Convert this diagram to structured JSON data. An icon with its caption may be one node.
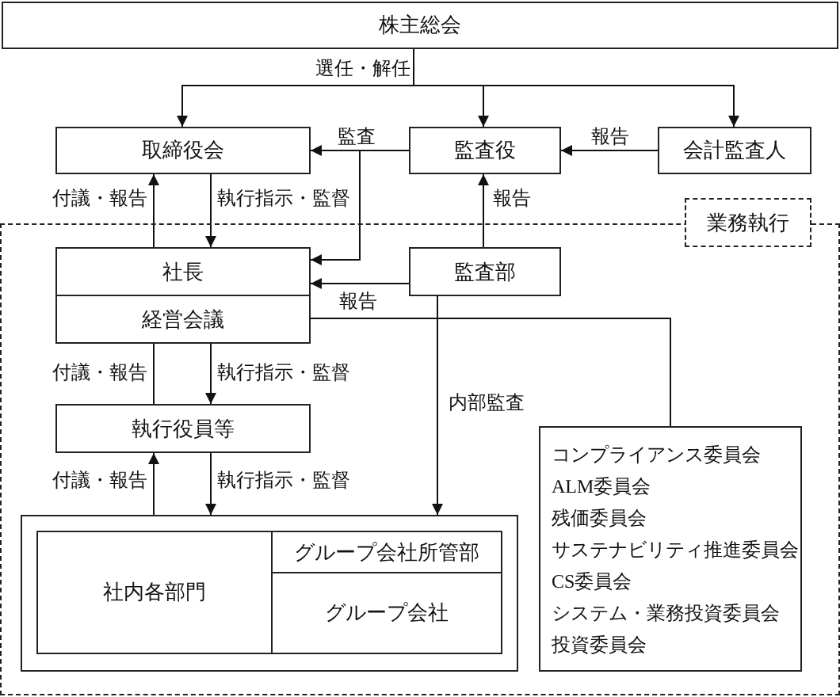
{
  "diagram": {
    "nodes": [
      {
        "text": [
          "株主総会"
        ]
      },
      {
        "text": [
          "取締役会"
        ]
      },
      {
        "text": [
          "監査役"
        ]
      },
      {
        "text": [
          "会計監査人"
        ]
      },
      {
        "text": [
          "業務執行"
        ]
      },
      {
        "text": [
          "社長"
        ],
        "in": 4
      },
      {
        "text": [
          "経営会議"
        ],
        "in": 4
      },
      {
        "text": [
          "監査部"
        ],
        "in": 4
      },
      {
        "text": [
          "執行役員等"
        ],
        "in": 4
      },
      {
        "text": [],
        "shape": "box",
        "in": 4
      },
      {
        "text": [
          "社内各部門"
        ],
        "in": 9
      },
      {
        "text": [
          "グループ会社所管部"
        ],
        "in": 9
      },
      {
        "text": [
          "グループ会社"
        ],
        "in": 9
      },
      {
        "text": [
          "コンプライアンス委員会",
          "ALM委員会",
          "残価委員会",
          "サステナビリティ推進委員会",
          "CS委員会",
          "システム・業務投資委員会",
          "投資委員会"
        ],
        "in": 4
      }
    ],
    "edges": [
      {
        "from": 0,
        "to": 1,
        "arrow": "to",
        "label": "選任・解任"
      },
      {
        "from": 0,
        "to": 2,
        "arrow": "to"
      },
      {
        "from": 0,
        "to": 3,
        "arrow": "to"
      },
      {
        "from": 2,
        "to": 1,
        "arrow": "to",
        "label": "監査"
      },
      {
        "from": 3,
        "to": 2,
        "arrow": "to",
        "label": "報告"
      },
      {
        "from": 5,
        "to": 1,
        "arrow": "to",
        "label": "付議・報告"
      },
      {
        "from": 1,
        "to": 5,
        "arrow": "to",
        "label": "執行指示・監督"
      },
      {
        "from": 7,
        "to": 2,
        "arrow": "to",
        "label": "報告"
      },
      {
        "from": 2,
        "to": 5,
        "arrow": "to"
      },
      {
        "from": 7,
        "to": 5,
        "arrow": "to",
        "label": "報告"
      },
      {
        "from": 6,
        "to": 13,
        "arrow": "none"
      },
      {
        "from": 6,
        "to": 8,
        "arrow": "to",
        "label": "執行指示・監督"
      },
      {
        "from": 8,
        "to": 6,
        "arrow": "to",
        "label": "付議・報告"
      },
      {
        "from": 8,
        "to": 9,
        "arrow": "to",
        "label": "執行指示・監督"
      },
      {
        "from": 9,
        "to": 8,
        "arrow": "to",
        "label": "付議・報告"
      },
      {
        "from": 7,
        "to": 9,
        "arrow": "to",
        "label": "内部監査"
      }
    ]
  }
}
